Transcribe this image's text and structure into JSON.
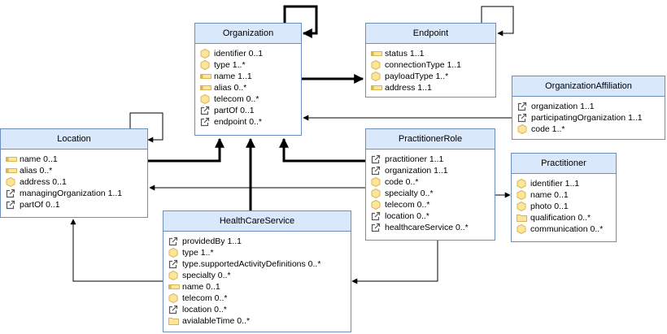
{
  "classes": {
    "organization": {
      "title": "Organization",
      "attributes": [
        {
          "text": "identifier 0..1",
          "icon": "hexagon-icon"
        },
        {
          "text": "type 1..*",
          "icon": "hexagon-icon"
        },
        {
          "text": "name 1..1",
          "icon": "flat-bar-icon"
        },
        {
          "text": "alias 0..*",
          "icon": "flat-bar-icon"
        },
        {
          "text": "telecom 0..*",
          "icon": "hexagon-icon"
        },
        {
          "text": "partOf 0..1",
          "icon": "reference-icon"
        },
        {
          "text": "endpoint 0..*",
          "icon": "reference-icon"
        }
      ]
    },
    "endpoint": {
      "title": "Endpoint",
      "attributes": [
        {
          "text": "status 1..1",
          "icon": "flat-bar-icon"
        },
        {
          "text": "connectionType 1..1",
          "icon": "hexagon-icon"
        },
        {
          "text": "payloadType 1..*",
          "icon": "hexagon-icon"
        },
        {
          "text": "address 1..1",
          "icon": "flat-bar-icon"
        }
      ]
    },
    "organization_affiliation": {
      "title": "OrganizationAffiliation",
      "attributes": [
        {
          "text": "organization 1..1",
          "icon": "reference-icon"
        },
        {
          "text": "participatingOrganization 1..1",
          "icon": "reference-icon"
        },
        {
          "text": "code 1..*",
          "icon": "hexagon-icon"
        }
      ]
    },
    "location": {
      "title": "Location",
      "attributes": [
        {
          "text": "name 0..1",
          "icon": "flat-bar-icon"
        },
        {
          "text": "alias 0..*",
          "icon": "flat-bar-icon"
        },
        {
          "text": "address 0..1",
          "icon": "hexagon-icon"
        },
        {
          "text": "managingOrganization 1..1",
          "icon": "reference-icon"
        },
        {
          "text": "partOf 0..1",
          "icon": "reference-icon"
        }
      ]
    },
    "practitioner_role": {
      "title": "PractitionerRole",
      "attributes": [
        {
          "text": "practitioner 1..1",
          "icon": "reference-icon"
        },
        {
          "text": "organization 1..1",
          "icon": "reference-icon"
        },
        {
          "text": "code 0..*",
          "icon": "hexagon-icon"
        },
        {
          "text": "specialty 0..*",
          "icon": "hexagon-icon"
        },
        {
          "text": "telecom 0..*",
          "icon": "hexagon-icon"
        },
        {
          "text": "location 0..*",
          "icon": "reference-icon"
        },
        {
          "text": "healthcareService 0..*",
          "icon": "reference-icon"
        }
      ]
    },
    "practitioner": {
      "title": "Practitioner",
      "attributes": [
        {
          "text": "identifier 1..1",
          "icon": "hexagon-icon"
        },
        {
          "text": "name 0..1",
          "icon": "hexagon-icon"
        },
        {
          "text": "photo 0..1",
          "icon": "hexagon-icon"
        },
        {
          "text": "qualification 0..*",
          "icon": "folder-icon"
        },
        {
          "text": "communication 0..*",
          "icon": "hexagon-icon"
        }
      ]
    },
    "healthcare_service": {
      "title": "HealthCareService",
      "attributes": [
        {
          "text": "providedBy 1..1",
          "icon": "reference-icon"
        },
        {
          "text": "type 1..*",
          "icon": "hexagon-icon"
        },
        {
          "text": "type.supportedActivityDefinitions 0..*",
          "icon": "reference-icon"
        },
        {
          "text": "specialty 0..*",
          "icon": "hexagon-icon"
        },
        {
          "text": "name 0..1",
          "icon": "flat-bar-icon"
        },
        {
          "text": "telecom 0..*",
          "icon": "hexagon-icon"
        },
        {
          "text": "location 0..*",
          "icon": "reference-icon"
        },
        {
          "text": "avialableTime 0..*",
          "icon": "folder-icon"
        }
      ]
    }
  },
  "colors": {
    "header_fill": "#dae8fc",
    "border": "#6c8ebf",
    "icon_fill": "#ffe599",
    "icon_stroke": "#d6b656",
    "reference_icon": "#555555"
  }
}
